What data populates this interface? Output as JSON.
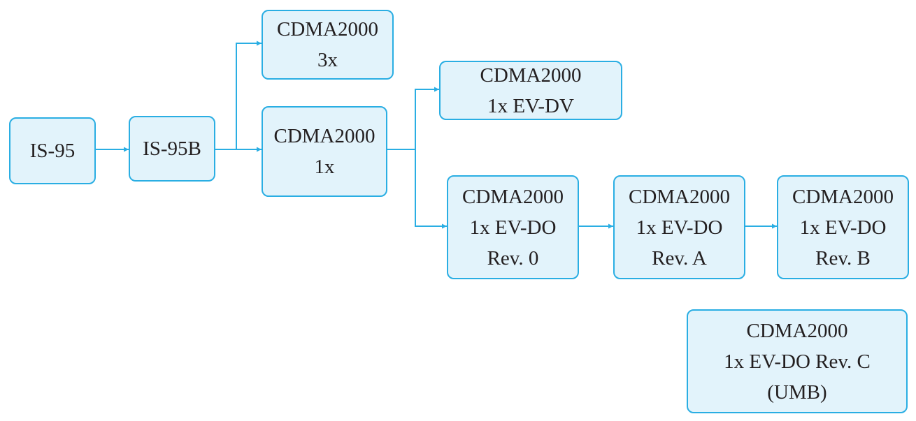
{
  "diagram": {
    "colors": {
      "stroke": "#2aaee3",
      "fill": "#e2f3fb",
      "text": "#231f20"
    },
    "nodes": {
      "is95": {
        "lines": [
          "IS-95"
        ]
      },
      "is95b": {
        "lines": [
          "IS-95B"
        ]
      },
      "cdma3x": {
        "lines": [
          "CDMA2000",
          "3x"
        ]
      },
      "cdma1x": {
        "lines": [
          "CDMA2000",
          "1x"
        ]
      },
      "evdv": {
        "lines": [
          "CDMA2000",
          "1x EV-DV"
        ]
      },
      "evdo0": {
        "lines": [
          "CDMA2000",
          "1x EV-DO",
          "Rev. 0"
        ]
      },
      "evdoa": {
        "lines": [
          "CDMA2000",
          "1x EV-DO",
          "Rev. A"
        ]
      },
      "evdob": {
        "lines": [
          "CDMA2000",
          "1x EV-DO",
          "Rev. B"
        ]
      },
      "evdoc": {
        "lines": [
          "CDMA2000",
          "1x EV-DO Rev. C",
          "(UMB)"
        ]
      }
    },
    "edges": [
      {
        "from": "is95",
        "to": "is95b"
      },
      {
        "from": "is95b",
        "to": "cdma3x"
      },
      {
        "from": "is95b",
        "to": "cdma1x"
      },
      {
        "from": "cdma1x",
        "to": "evdv"
      },
      {
        "from": "cdma1x",
        "to": "evdo0"
      },
      {
        "from": "evdo0",
        "to": "evdoa"
      },
      {
        "from": "evdoa",
        "to": "evdob"
      }
    ]
  }
}
